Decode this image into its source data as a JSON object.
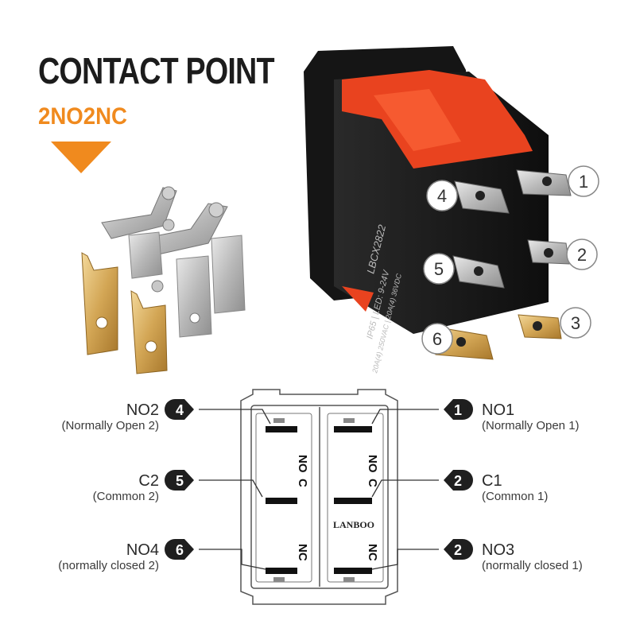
{
  "header": {
    "title": "CONTACT POINT",
    "subtitle": "2NO2NC",
    "accent_color": "#f08a1e"
  },
  "photo_badges": [
    "1",
    "2",
    "3",
    "4",
    "5",
    "6"
  ],
  "switch_print": {
    "model": "LBCX2822",
    "rating_line1": "IP65 | LED: 9-24V",
    "rating_line2": "20A(4) 250VAC | 20A(4) 36VDC"
  },
  "diagram": {
    "brand": "LANBOO",
    "terminal_marks": {
      "top_left": "NO",
      "top_right": "NO",
      "mid_left": "C",
      "mid_right": "C",
      "bottom_left": "NC",
      "bottom_right": "NC"
    },
    "left_labels": [
      {
        "badge": "4",
        "name": "NO2",
        "desc": "(Normally Open 2)"
      },
      {
        "badge": "5",
        "name": "C2",
        "desc": "(Common 2)"
      },
      {
        "badge": "6",
        "name": "NO4",
        "desc": "(normally closed 2)"
      }
    ],
    "right_labels": [
      {
        "badge": "1",
        "name": "NO1",
        "desc": "(Normally Open 1)"
      },
      {
        "badge": "2",
        "name": "C1",
        "desc": "(Common 1)"
      },
      {
        "badge": "2",
        "name": "NO3",
        "desc": "(normally closed 1)"
      }
    ]
  }
}
